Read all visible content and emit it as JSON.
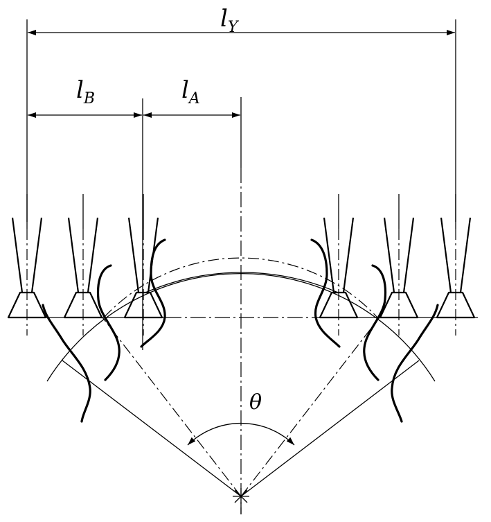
{
  "labels": {
    "l_y": {
      "main": "l",
      "sub": "Y"
    },
    "l_b": {
      "main": "l",
      "sub": "B"
    },
    "l_a": {
      "main": "l",
      "sub": "A"
    },
    "theta": "θ"
  },
  "colors": {
    "line": "#000000",
    "background": "#ffffff"
  }
}
